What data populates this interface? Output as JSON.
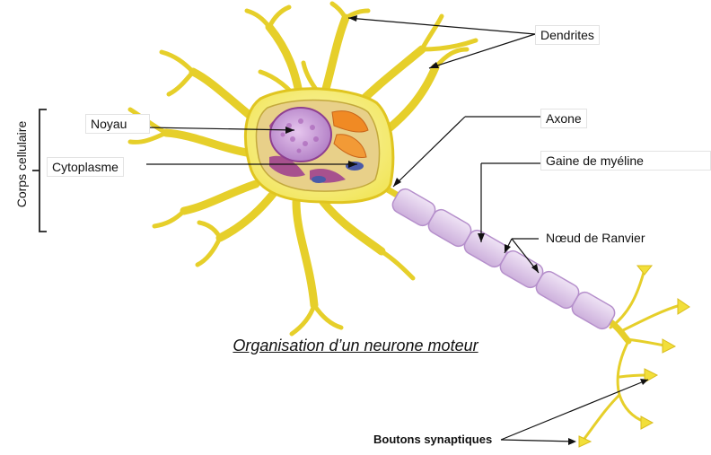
{
  "labels": {
    "dendrites": "Dendrites",
    "axone": "Axone",
    "gaine": "Gaine de myéline",
    "noeud": "Nœud de Ranvier",
    "noyau": "Noyau",
    "cytoplasme": "Cytoplasme",
    "corps": "Corps cellulaire",
    "boutons": "Boutons synaptiques"
  },
  "caption": "Organisation d’un neurone moteur",
  "colors": {
    "neuron_body": "#f6ef86",
    "neuron_outline": "#e0c520",
    "nucleus": "#a3489a",
    "myelin": "#e6d3ef",
    "mito": "#f08a24"
  }
}
